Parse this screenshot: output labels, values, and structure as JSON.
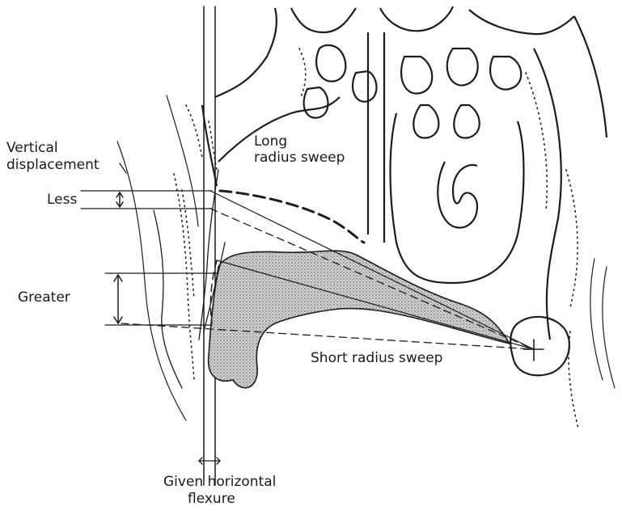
{
  "labels": {
    "vertical_displacement_line1": "Vertical",
    "vertical_displacement_line2": "displacement",
    "less": "Less",
    "greater": "Greater",
    "long_radius_line1": "Long",
    "long_radius_line2": "radius sweep",
    "short_radius": "Short radius sweep",
    "horizontal_line1": "Given horizontal",
    "horizontal_line2": "flexure"
  },
  "colors": {
    "ink": "#1c1c1c",
    "stipple": "#9a9a9a",
    "background": "#ffffff"
  }
}
